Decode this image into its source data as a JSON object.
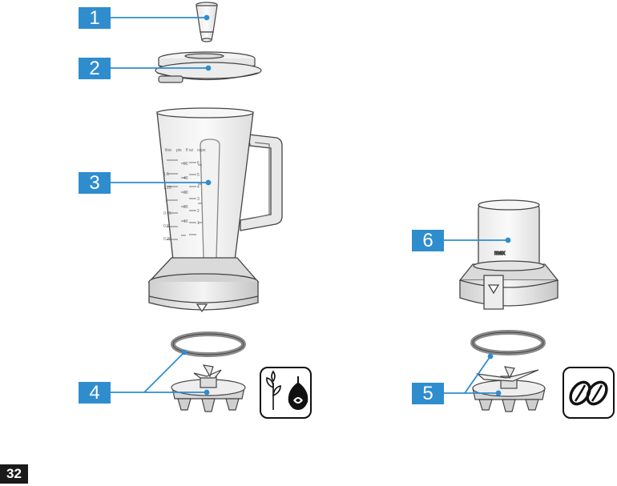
{
  "callouts": [
    {
      "number": "1"
    },
    {
      "number": "2"
    },
    {
      "number": "3"
    },
    {
      "number": "4"
    },
    {
      "number": "5"
    },
    {
      "number": "6"
    }
  ],
  "jug_scale": {
    "headers": [
      "litre",
      "pts",
      "fl oz",
      "cups"
    ],
    "marks": [
      "1.5",
      "1.25",
      "1",
      "0.75",
      "0.5",
      "0.25",
      "50",
      "40",
      "30",
      "20",
      "10",
      "6",
      "5",
      "4",
      "3",
      "2",
      "1"
    ]
  },
  "chopper_label": "max",
  "page": {
    "number": "32"
  },
  "colors": {
    "callout": "#2f8dce",
    "page_badge": "#1a1a1a",
    "outline": "#333333",
    "fill": "#f2f2f2"
  },
  "icons": [
    "herbs-onion-icon",
    "coffee-beans-icon"
  ]
}
